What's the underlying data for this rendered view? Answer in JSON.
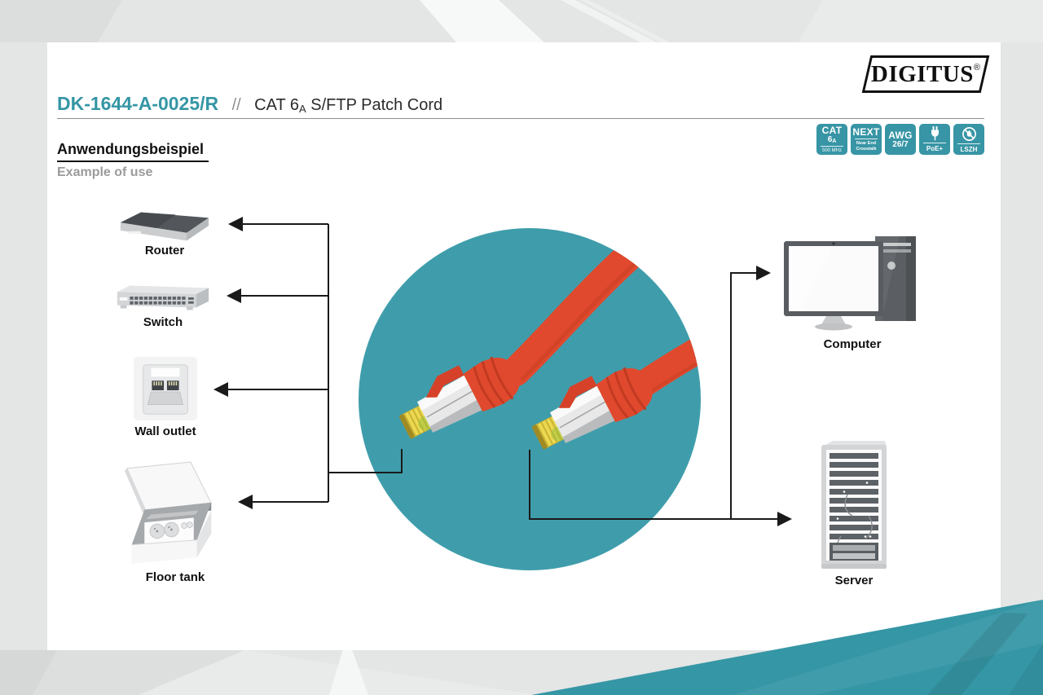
{
  "brand": {
    "name": "DIGITUS",
    "reg": "®"
  },
  "header": {
    "code": "DK-1644-A-0025/R",
    "separator": "//",
    "title_main": "CAT 6",
    "title_sub": "A",
    "title_rest": " S/FTP Patch Cord"
  },
  "section": {
    "heading_de": "Anwendungsbeispiel",
    "heading_en": "Example of use"
  },
  "badges": {
    "cat": {
      "top": "CAT",
      "num": "6",
      "sub": "A",
      "bottom": "500 MHz"
    },
    "next": {
      "top": "NEXT",
      "line1": "Near End",
      "line2": "Crosstalk"
    },
    "awg": {
      "top": "AWG",
      "bottom": "26/7"
    },
    "poe": {
      "icon": "poe-plug-icon",
      "label": "PoE+"
    },
    "lszh": {
      "icon": "no-flame-icon",
      "label": "LSZH"
    }
  },
  "devices": {
    "router": "Router",
    "switch": "Switch",
    "wall_outlet": "Wall outlet",
    "floor_tank": "Floor tank",
    "computer": "Computer",
    "server": "Server"
  },
  "colors": {
    "accent_teal": "#3596A5",
    "circle_teal": "#3F9DAB",
    "cable_red": "#E0492D",
    "line_black": "#1A1A1A"
  }
}
